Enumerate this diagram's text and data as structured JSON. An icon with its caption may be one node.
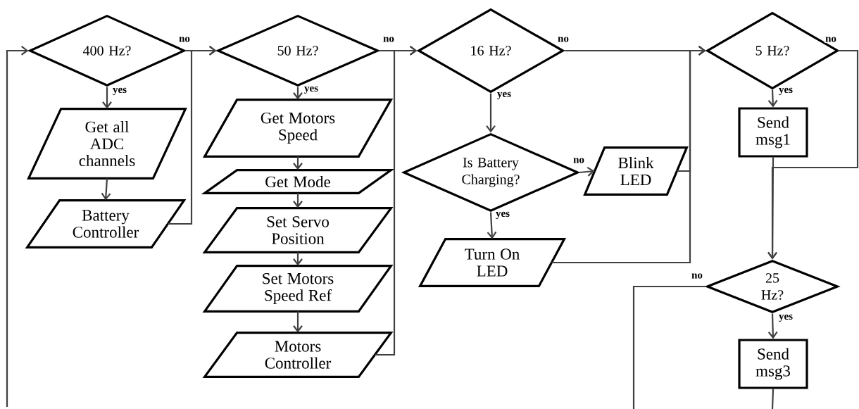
{
  "diagram": {
    "nodes": [
      {
        "text": [
          "400 Hz?"
        ]
      },
      {
        "text": [
          "Get all ADC channels"
        ]
      },
      {
        "text": [
          "Battery Controller"
        ]
      },
      {
        "text": [
          "50 Hz?"
        ]
      },
      {
        "text": [
          "Get Motors Speed"
        ]
      },
      {
        "text": [
          "Get Mode"
        ]
      },
      {
        "text": [
          "Set Servo Position"
        ]
      },
      {
        "text": [
          "Set Motors Speed Ref"
        ]
      },
      {
        "text": [
          "Motors Controller"
        ]
      },
      {
        "text": [
          "16 Hz?"
        ]
      },
      {
        "text": [
          "Is Battery Charging?"
        ]
      },
      {
        "text": [
          "Blink LED"
        ]
      },
      {
        "text": [
          "Turn On LED"
        ]
      },
      {
        "text": [
          "5 Hz?"
        ]
      },
      {
        "text": [
          "Send msg1"
        ]
      },
      {
        "text": [
          "25 Hz?"
        ]
      },
      {
        "text": [
          "Send msg3"
        ]
      }
    ],
    "edges": [
      {
        "from": null,
        "to": 0,
        "arrow": "to"
      },
      {
        "from": 0,
        "to": 1,
        "arrow": "to",
        "label": "yes"
      },
      {
        "from": 1,
        "to": 2,
        "arrow": "to"
      },
      {
        "from": 0,
        "to": 3,
        "arrow": "to",
        "label": "no"
      },
      {
        "from": 2,
        "to": 3,
        "arrow": "to"
      },
      {
        "from": 3,
        "to": 4,
        "arrow": "to",
        "label": "yes"
      },
      {
        "from": 4,
        "to": 5,
        "arrow": "to"
      },
      {
        "from": 5,
        "to": 6,
        "arrow": "to"
      },
      {
        "from": 6,
        "to": 7,
        "arrow": "to"
      },
      {
        "from": 7,
        "to": 8,
        "arrow": "to"
      },
      {
        "from": 3,
        "to": 9,
        "arrow": "to",
        "label": "no"
      },
      {
        "from": 8,
        "to": 9,
        "arrow": "to"
      },
      {
        "from": 9,
        "to": 10,
        "arrow": "to",
        "label": "yes"
      },
      {
        "from": 10,
        "to": 11,
        "arrow": "to",
        "label": "no"
      },
      {
        "from": 10,
        "to": 12,
        "arrow": "to",
        "label": "yes"
      },
      {
        "from": 9,
        "to": 13,
        "arrow": "to",
        "label": "no"
      },
      {
        "from": 11,
        "to": 13,
        "arrow": "to"
      },
      {
        "from": 12,
        "to": 13,
        "arrow": "to"
      },
      {
        "from": 13,
        "to": 14,
        "arrow": "to",
        "label": "yes"
      },
      {
        "from": 13,
        "to": 15,
        "arrow": "to",
        "label": "no"
      },
      {
        "from": 14,
        "to": 15,
        "arrow": "to"
      },
      {
        "from": 15,
        "to": 16,
        "arrow": "to",
        "label": "yes"
      },
      {
        "from": 15,
        "to": null,
        "arrow": "none",
        "label": "no"
      },
      {
        "from": 16,
        "to": null,
        "arrow": "none"
      }
    ]
  }
}
